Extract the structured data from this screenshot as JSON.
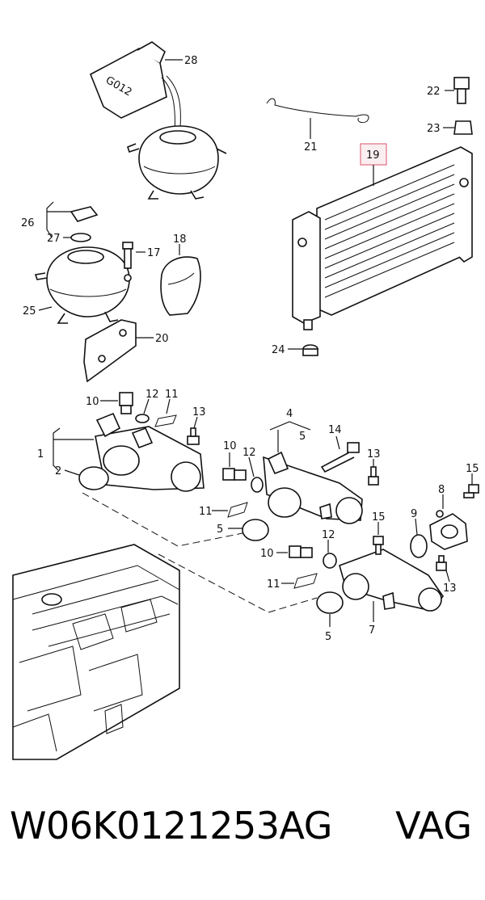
{
  "diagram": {
    "can_label": "G012",
    "callouts": {
      "c1": "1",
      "c2": "2",
      "c4": "4",
      "c5a": "5",
      "c5b": "5",
      "c5c": "5",
      "c7": "7",
      "c8": "8",
      "c9": "9",
      "c10a": "10",
      "c10b": "10",
      "c10c": "10",
      "c11a": "11",
      "c11b": "11",
      "c11c": "11",
      "c12a": "12",
      "c12b": "12",
      "c12c": "12",
      "c13a": "13",
      "c13b": "13",
      "c13c": "13",
      "c14": "14",
      "c15a": "15",
      "c15b": "15",
      "c17": "17",
      "c18": "18",
      "c19": "19",
      "c20": "20",
      "c21": "21",
      "c22": "22",
      "c23": "23",
      "c24": "24",
      "c25": "25",
      "c26": "26",
      "c27": "27",
      "c28": "28"
    },
    "highlight_color": "#e07080"
  },
  "footer": {
    "part_number": "W06K0121253AG",
    "brand": "VAG"
  }
}
